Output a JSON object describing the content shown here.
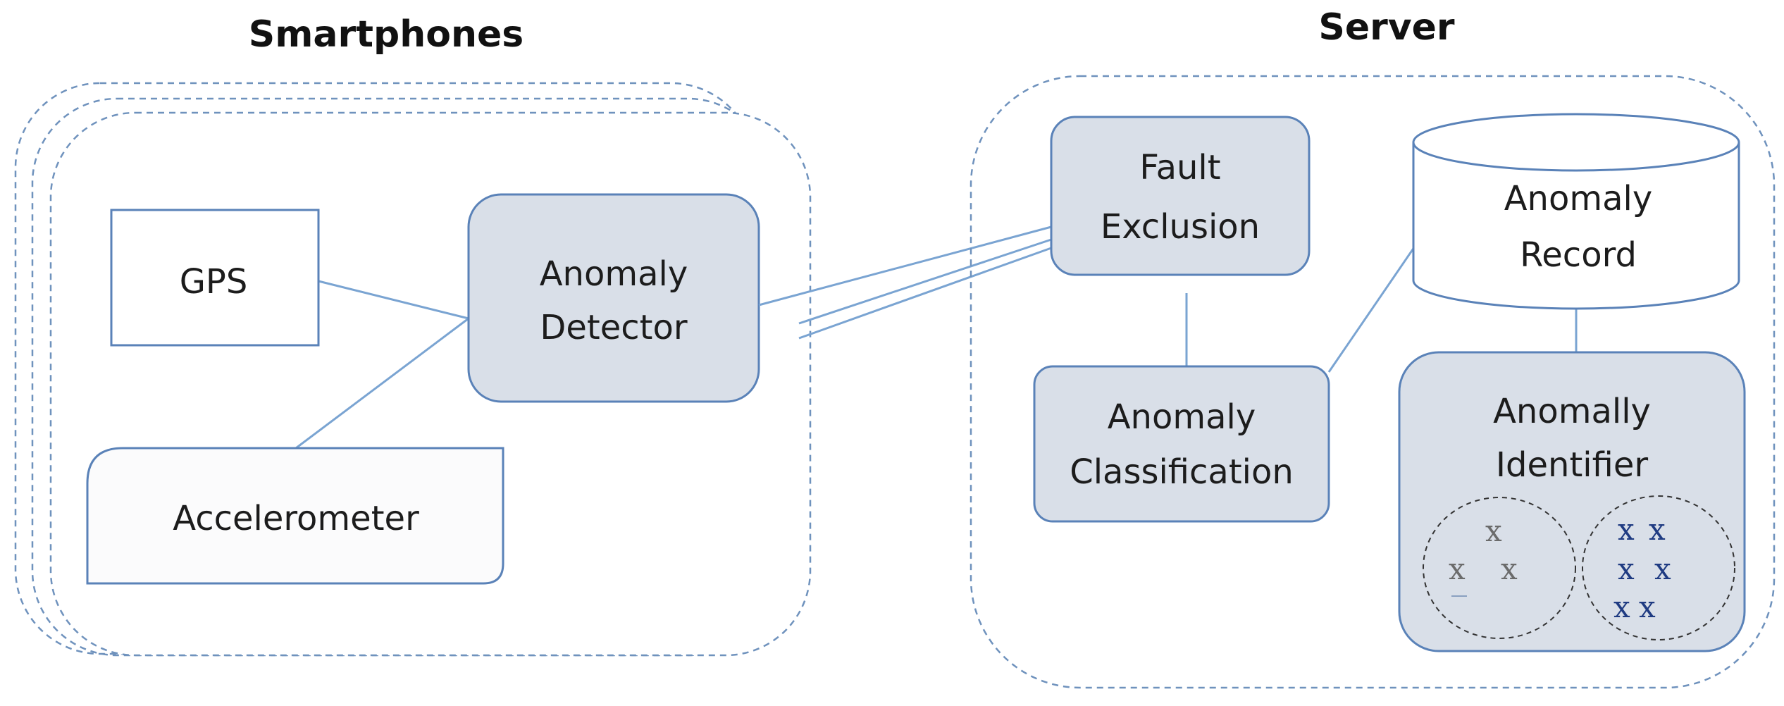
{
  "title": "",
  "smartphones": {
    "title": "Smartphones",
    "gps": "GPS",
    "accelerometer": "Accelerometer",
    "anomaly_detector": [
      "Anomaly",
      "Detector"
    ]
  },
  "server": {
    "title": "Server",
    "fault_exclusion": [
      "Fault",
      "Exclusion"
    ],
    "anomaly_classification": [
      "Anomaly",
      "Classification"
    ],
    "anomaly_record": [
      "Anomaly",
      "Record"
    ],
    "anomaly_identifier": [
      "Anomally",
      "Identifier"
    ],
    "cluster_left_marker": "x",
    "cluster_right_marker": "x"
  },
  "colors": {
    "box_fill": "#d9dfe8",
    "box_stroke": "#5a82b8",
    "connector": "#7aa4d2",
    "dashed": "#6f92bd",
    "cluster_left": "#6b6b6b",
    "cluster_right": "#1f3b82"
  }
}
